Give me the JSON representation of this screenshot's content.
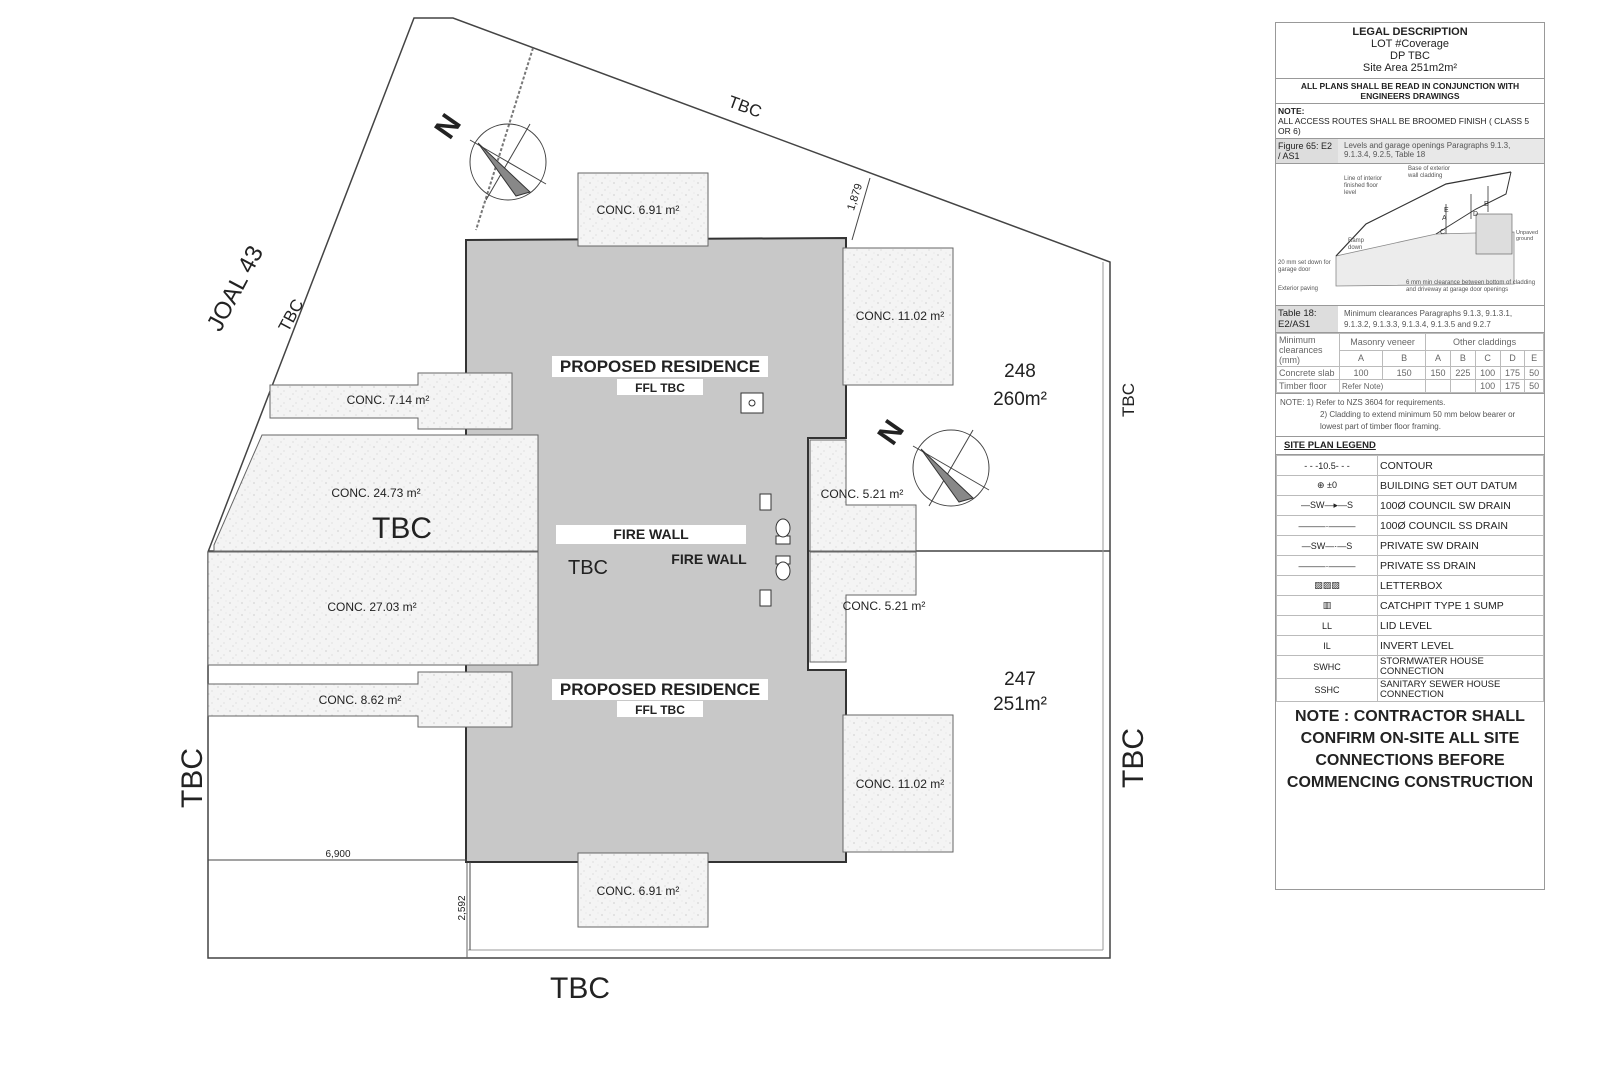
{
  "site": {
    "street_bottom": "TBC",
    "street_left": "TBC",
    "street_right": "TBC",
    "road_name": "JOAL 43",
    "road_tbc": "TBC",
    "top_boundary": "TBC",
    "right_boundary_upper": "TBC",
    "left_mid_label": "TBC",
    "center_label": "TBC",
    "compass_label": "N"
  },
  "dimensions": {
    "d1879": "1,879",
    "d6900": "6,900",
    "d2592": "2,592"
  },
  "lots": [
    {
      "number": "248",
      "area": "260m²"
    },
    {
      "number": "247",
      "area": "251m²"
    }
  ],
  "residences": [
    {
      "title": "PROPOSED RESIDENCE",
      "ffl": "FFL TBC"
    },
    {
      "title": "PROPOSED RESIDENCE",
      "ffl": "FFL TBC"
    }
  ],
  "fire_wall": [
    "FIRE WALL",
    "FIRE WALL"
  ],
  "concrete_areas": [
    {
      "id": "top",
      "label": "CONC. 6.91 m²"
    },
    {
      "id": "right-top",
      "label": "CONC. 11.02 m²"
    },
    {
      "id": "left-714",
      "label": "CONC. 7.14 m²"
    },
    {
      "id": "left-2473",
      "label": "CONC. 24.73 m²"
    },
    {
      "id": "mid-521a",
      "label": "CONC. 5.21 m²"
    },
    {
      "id": "left-2703",
      "label": "CONC. 27.03 m²"
    },
    {
      "id": "mid-521b",
      "label": "CONC. 5.21 m²"
    },
    {
      "id": "left-862",
      "label": "CONC. 8.62 m²"
    },
    {
      "id": "right-bottom",
      "label": "CONC. 11.02 m²"
    },
    {
      "id": "bottom",
      "label": "CONC. 6.91 m²"
    }
  ],
  "legend": {
    "legal": {
      "title": "LEGAL DESCRIPTION",
      "lot": "LOT #Coverage",
      "dp": "DP TBC",
      "site_area": "Site Area 251m2m²"
    },
    "engineers_note": "ALL PLANS SHALL BE READ IN CONJUNCTION WITH ENGINEERS DRAWINGS",
    "note_title": "NOTE:",
    "note_text": "ALL ACCESS ROUTES SHALL BE BROOMED FINISH ( CLASS 5 OR 6)",
    "figure": {
      "ref": "Figure 65: E2 / AS1",
      "desc": "Levels and garage openings Paragraphs 9.1.3, 9.1.3.4, 9.2.5, Table 18"
    },
    "figure_labels": {
      "interior": "Line of interior finished floor level",
      "cladding": "Base of exterior wall cladding",
      "ramp": "Ramp down",
      "setdown": "20 mm set down for garage door",
      "paving": "Exterior paving",
      "clearance": "6 mm min clearance between bottom of cladding and driveway at garage door openings",
      "unpaved": "Unpaved ground"
    },
    "table18": {
      "ref": "Table 18: E2/AS1",
      "desc": "Minimum clearances Paragraphs 9.1.3, 9.1.3.1, 9.1.3.2, 9.1.3.3, 9.1.3.4, 9.1.3.5 and 9.2.7",
      "head_min": "Minimum clearances (mm)",
      "head_masonry": "Masonry veneer",
      "head_other": "Other claddings",
      "cols": [
        "A",
        "B",
        "A",
        "B",
        "C",
        "D",
        "E"
      ],
      "row1_label": "Concrete slab",
      "row1": [
        "100",
        "150",
        "150",
        "225",
        "100",
        "175",
        "50"
      ],
      "row2_label": "Timber floor",
      "row2_note": "Refer Note)",
      "row2": [
        "100",
        "175",
        "50"
      ]
    },
    "table_notes": {
      "note1": "NOTE: 1) Refer to NZS 3604 for requirements.",
      "note2": "2) Cladding to extend minimum 50 mm below bearer or lowest part of timber floor framing."
    },
    "site_plan_title": "SITE PLAN LEGEND",
    "items": [
      {
        "symbol": "- - -10.5- - -",
        "label": "CONTOUR"
      },
      {
        "symbol": "⊕ ±0",
        "label": "BUILDING SET OUT DATUM"
      },
      {
        "symbol": "—SW—▸—S",
        "label": "100Ø COUNCIL SW DRAIN"
      },
      {
        "symbol": "———·———",
        "label": "100Ø COUNCIL SS DRAIN"
      },
      {
        "symbol": "—SW—·—S",
        "label": "PRIVATE SW DRAIN"
      },
      {
        "symbol": "———·———",
        "label": "PRIVATE SS DRAIN"
      },
      {
        "symbol": "▨▨▨",
        "label": "LETTERBOX"
      },
      {
        "symbol": "▥",
        "label": "CATCHPIT TYPE 1 SUMP"
      },
      {
        "symbol": "LL",
        "label": "LID LEVEL"
      },
      {
        "symbol": "IL",
        "label": "INVERT LEVEL"
      },
      {
        "symbol": "SWHC",
        "label": "STORMWATER HOUSE CONNECTION"
      },
      {
        "symbol": "SSHC",
        "label": "SANITARY SEWER HOUSE CONNECTION"
      }
    ],
    "contractor_note": "NOTE : CONTRACTOR SHALL CONFIRM ON-SITE ALL SITE CONNECTIONS BEFORE COMMENCING CONSTRUCTION"
  }
}
